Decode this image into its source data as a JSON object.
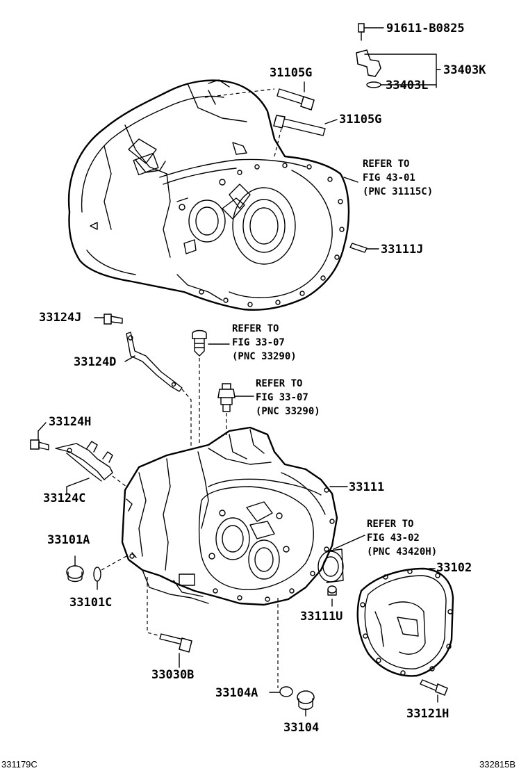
{
  "labels": {
    "p91611": "91611-B0825",
    "p33403K": "33403K",
    "p33403L": "33403L",
    "p31105G_a": "31105G",
    "p31105G_b": "31105G",
    "p33111J": "33111J",
    "p33124J": "33124J",
    "p33124D": "33124D",
    "p33124H": "33124H",
    "p33124C": "33124C",
    "p33111": "33111",
    "p33101A": "33101A",
    "p33101C": "33101C",
    "p33102": "33102",
    "p33111U": "33111U",
    "p33030B": "33030B",
    "p33104A": "33104A",
    "p33104": "33104",
    "p33121H": "33121H"
  },
  "refs": {
    "r1": {
      "l1": "REFER TO",
      "l2": "FIG 43-01",
      "l3": "(PNC 31115C)"
    },
    "r2": {
      "l1": "REFER TO",
      "l2": "FIG 33-07",
      "l3": "(PNC 33290)"
    },
    "r3": {
      "l1": "REFER TO",
      "l2": "FIG 33-07",
      "l3": "(PNC 33290)"
    },
    "r4": {
      "l1": "REFER TO",
      "l2": "FIG 43-02",
      "l3": "(PNC 43420H)"
    }
  },
  "footer": {
    "left": "331179C",
    "right": "332815B"
  }
}
